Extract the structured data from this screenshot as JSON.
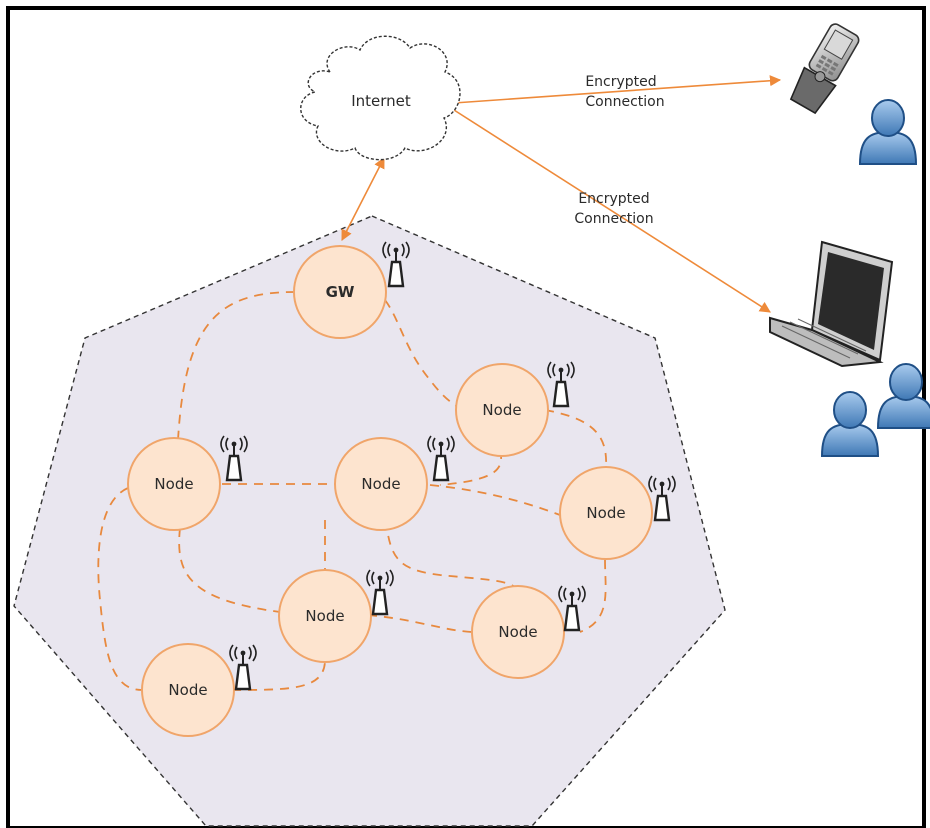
{
  "diagram": {
    "internet_label": "Internet",
    "gateway_label": "GW",
    "node_label": "Node",
    "link_label_line1": "Encrypted",
    "link_label_line2": "Connection",
    "colors": {
      "node_fill": "#fde4cf",
      "node_stroke": "#f0a56a",
      "mesh_link": "#e8893e",
      "arrow": "#ee8a3a",
      "region_fill": "#e9e6ef",
      "user": "#5b8fc6"
    }
  }
}
